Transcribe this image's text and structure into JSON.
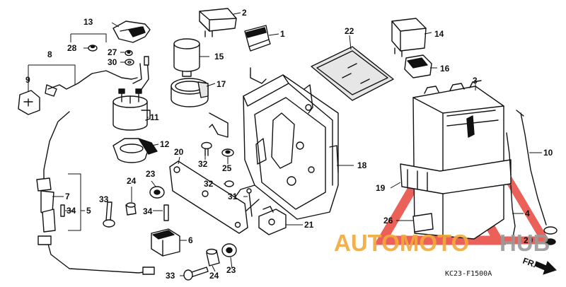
{
  "diagram": {
    "drawing_code": "KC23-F1500A",
    "direction_label": "FR.",
    "part_numbers": {
      "p2": "2",
      "p1": "1",
      "p13": "13",
      "p22": "22",
      "p14": "14",
      "p16": "16",
      "p3": "3",
      "p8": "8",
      "p28": "28",
      "p27": "27",
      "p30": "30",
      "p15": "15",
      "p9": "9",
      "p17": "17",
      "p11": "11",
      "p12": "12",
      "p20": "20",
      "p32a": "32",
      "p25": "25",
      "p18": "18",
      "p19": "19",
      "p10": "10",
      "p23a": "23",
      "p24a": "24",
      "p7": "7",
      "p34a": "34",
      "p5": "5",
      "p33a": "33",
      "p34b": "34",
      "p32b": "32",
      "p31": "31",
      "p4": "4",
      "p26": "26",
      "p21": "21",
      "p6": "6",
      "p29": "29",
      "p33b": "33",
      "p24b": "24",
      "p23b": "23"
    }
  },
  "watermark": {
    "word_main": "AUTOMOTO",
    "word_accent": "HUB",
    "main_color": "#f2a93b",
    "accent_color": "#9a9a9a",
    "triangle_color": "#e8453c"
  }
}
